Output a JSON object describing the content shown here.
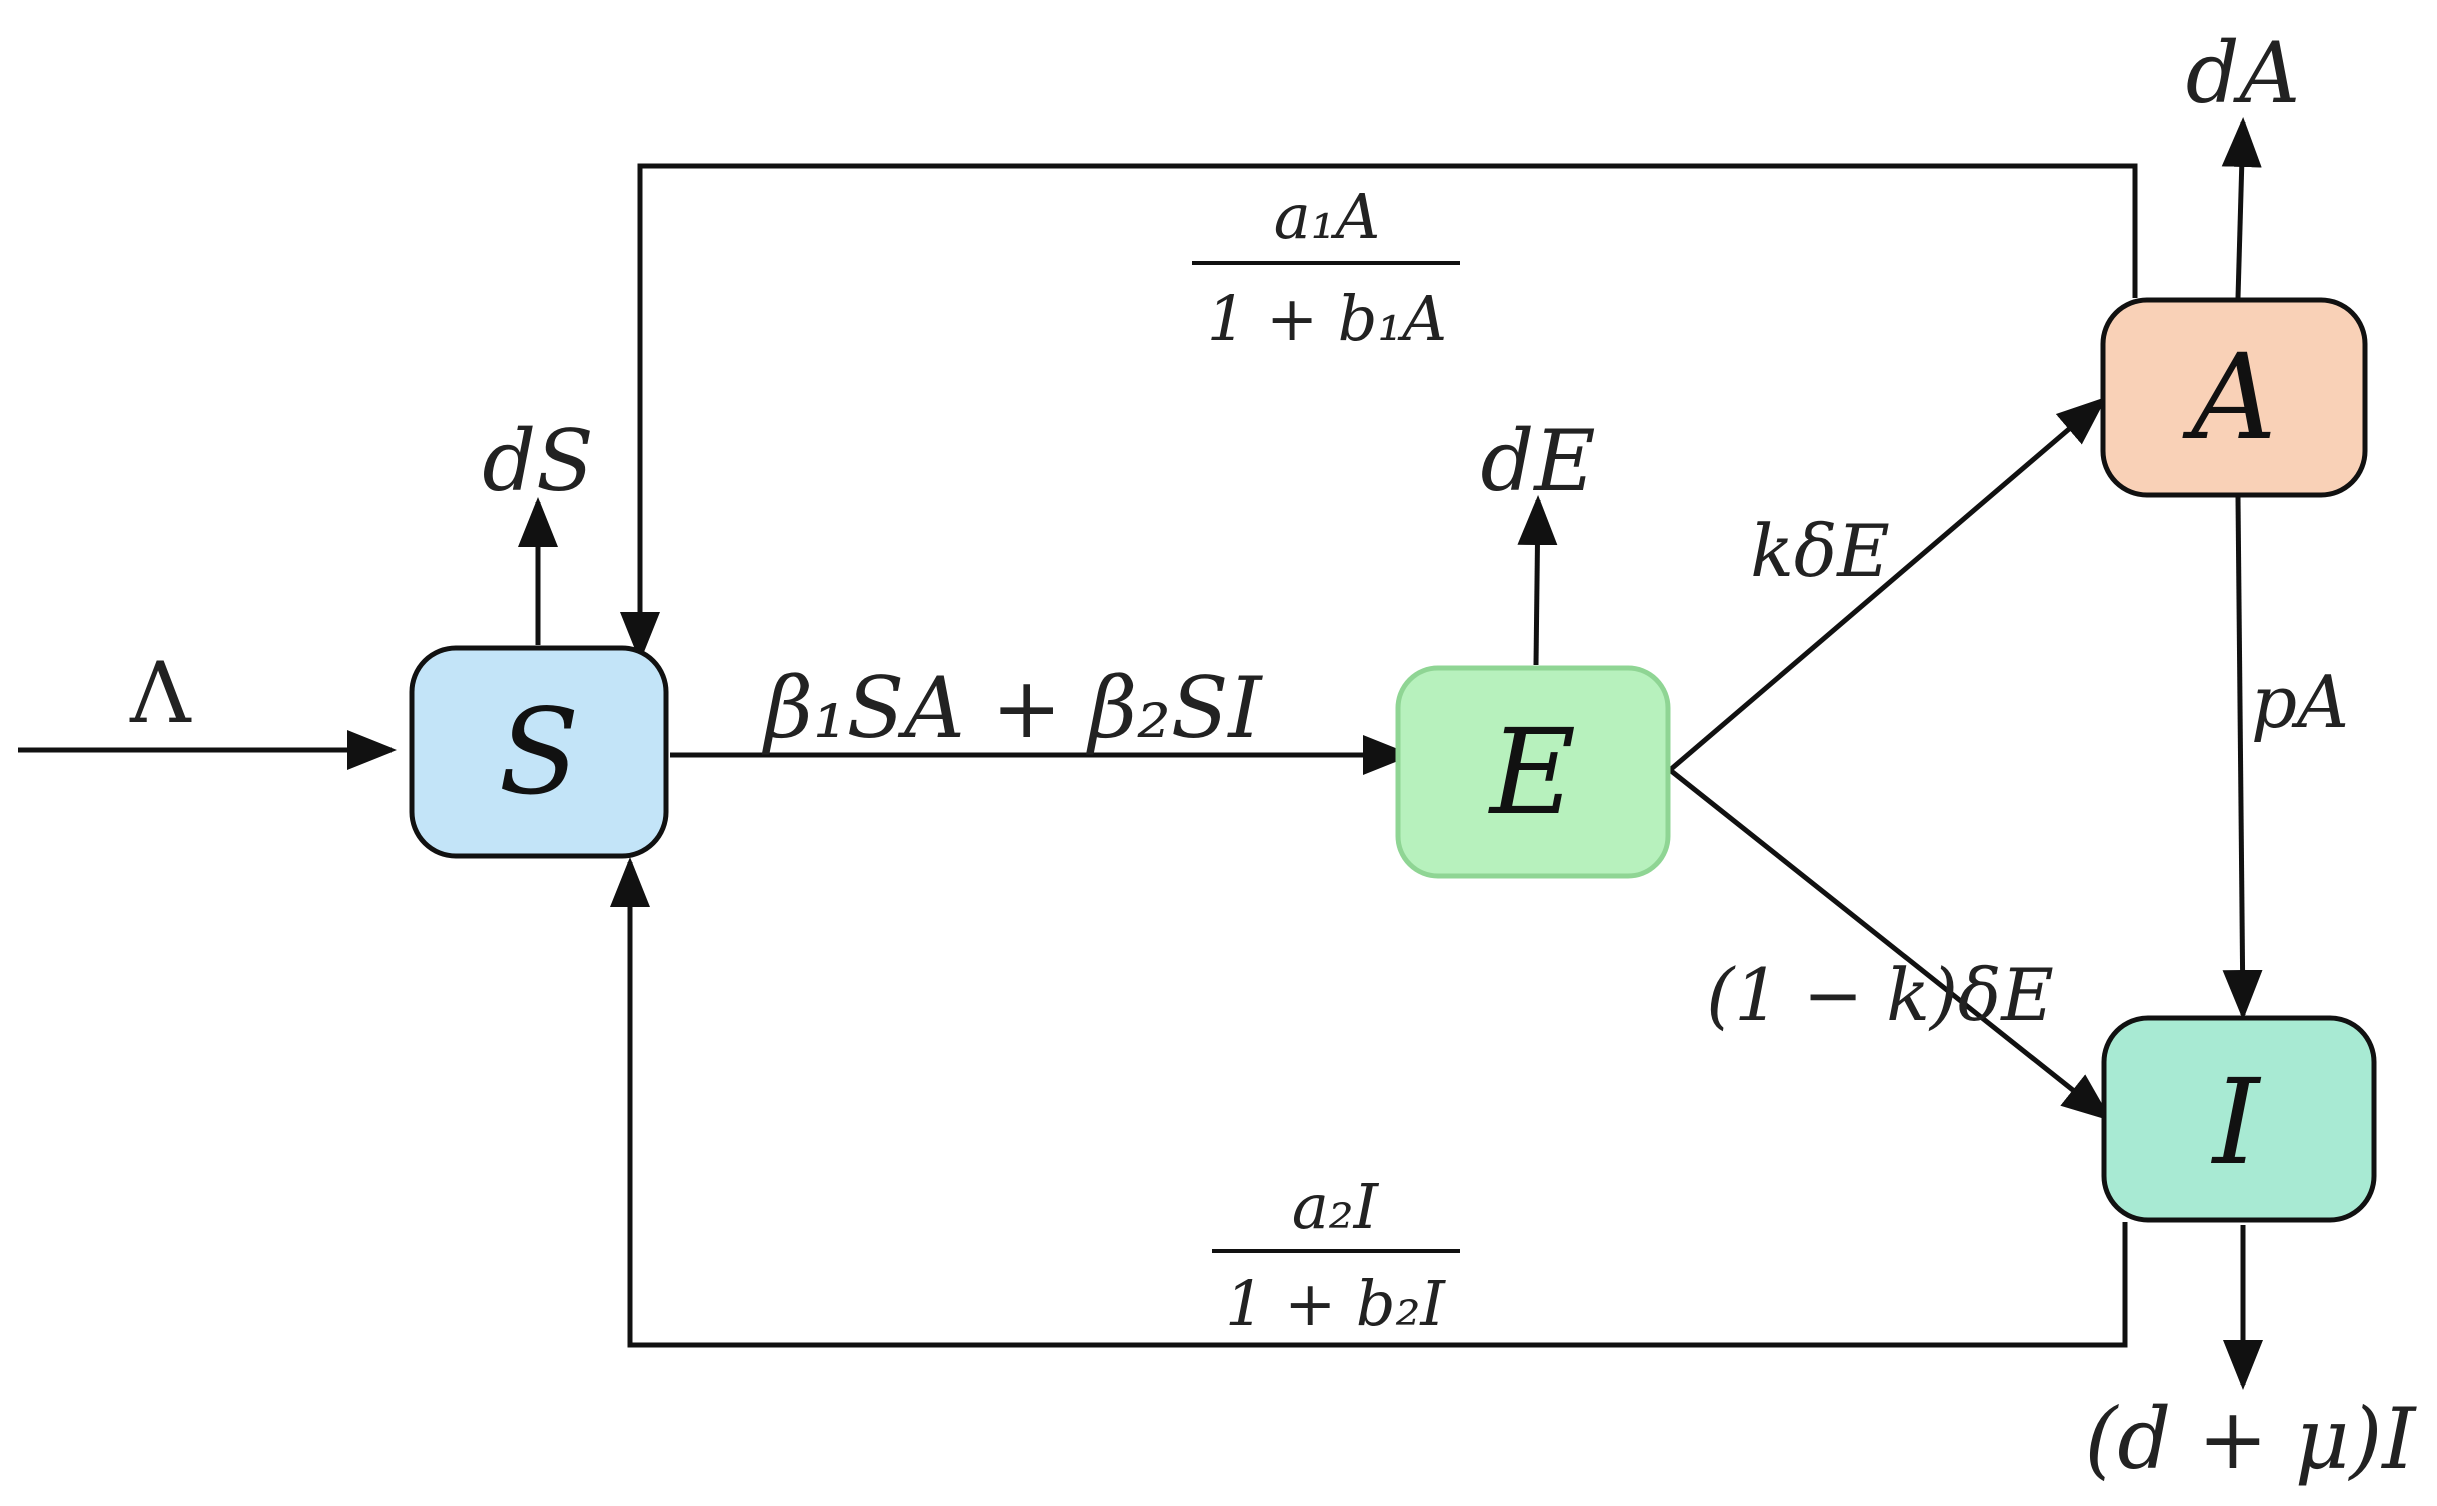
{
  "nodes": {
    "S": {
      "label": "S",
      "fill": "#c3e4f8"
    },
    "E": {
      "label": "E",
      "fill": "#b7f1bd"
    },
    "A": {
      "label": "A",
      "fill": "#f9d1b7"
    },
    "I": {
      "label": "I",
      "fill": "#a8ead3"
    }
  },
  "rates": {
    "recruitment": "Λ",
    "s_death": "dS",
    "e_death": "dE",
    "a_death": "dA",
    "i_death": "(d + μ)I",
    "infection": "β₁SA + β₂SI",
    "k_delta": "kδE",
    "one_minus_k_delta": "(1 − k)δE",
    "progression": "pA",
    "recovery_a": {
      "numerator": "a₁A",
      "denominator": "1 + b₁A"
    },
    "recovery_i": {
      "numerator": "a₂I",
      "denominator": "1 + b₂I"
    }
  }
}
